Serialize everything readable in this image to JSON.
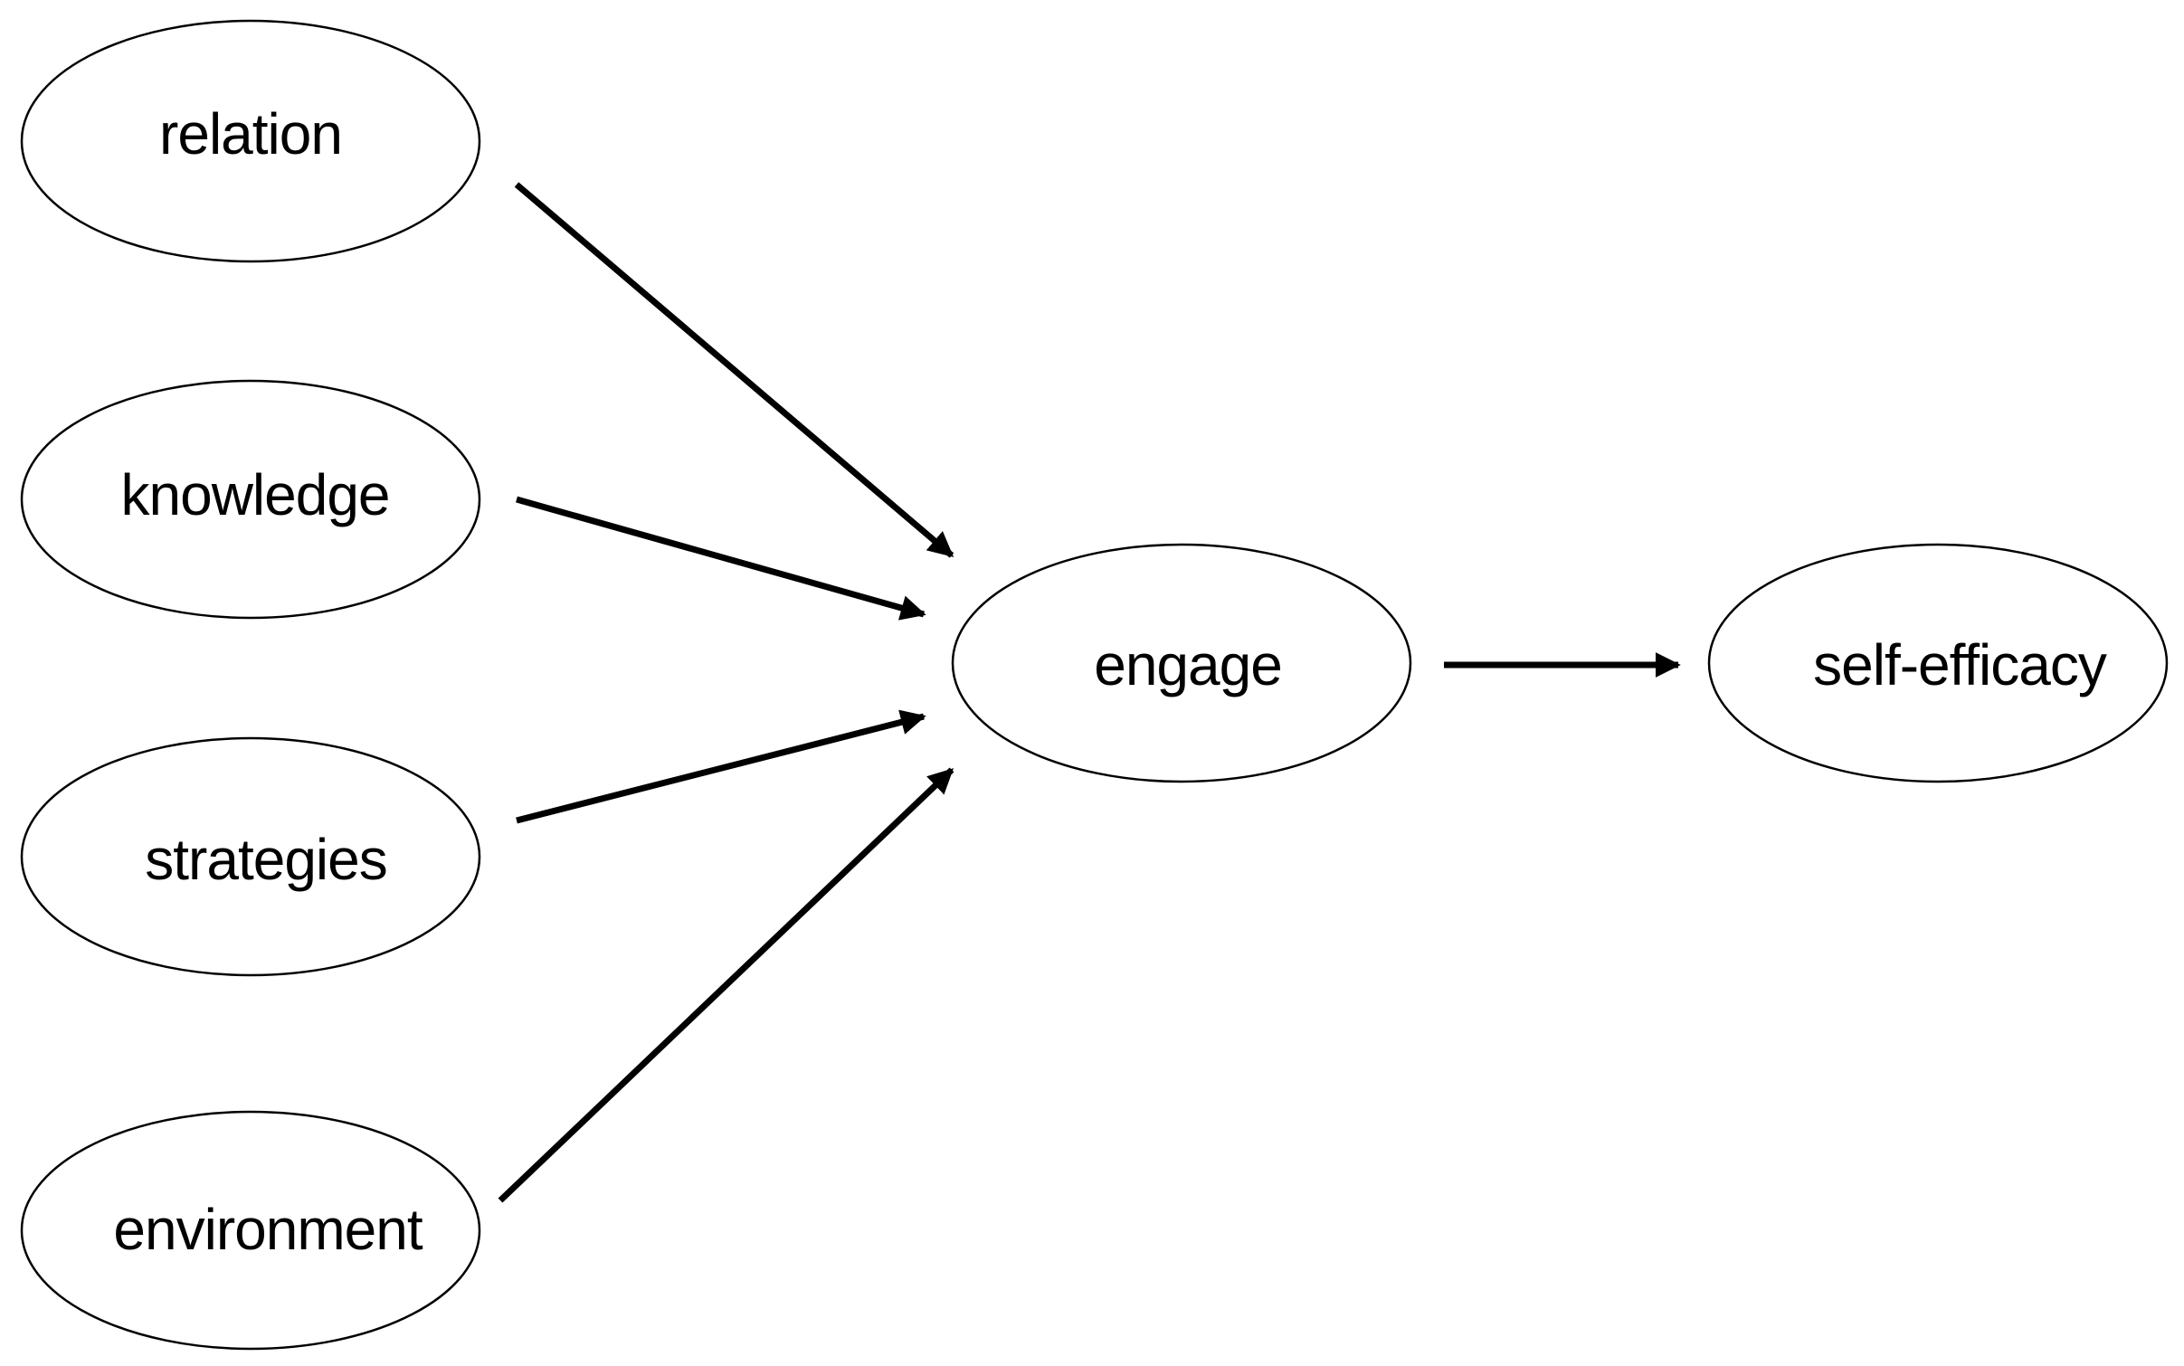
{
  "diagram": {
    "nodes": {
      "relation": {
        "label": "relation"
      },
      "knowledge": {
        "label": "knowledge"
      },
      "strategies": {
        "label": "strategies"
      },
      "environment": {
        "label": "environment"
      },
      "engage": {
        "label": "engage"
      },
      "self_efficacy": {
        "label": "self-efficacy"
      }
    },
    "edges": [
      {
        "from": "relation",
        "to": "engage"
      },
      {
        "from": "knowledge",
        "to": "engage"
      },
      {
        "from": "strategies",
        "to": "engage"
      },
      {
        "from": "environment",
        "to": "engage"
      },
      {
        "from": "engage",
        "to": "self_efficacy"
      }
    ],
    "colors": {
      "stroke": "#000000",
      "background": "#ffffff"
    }
  }
}
